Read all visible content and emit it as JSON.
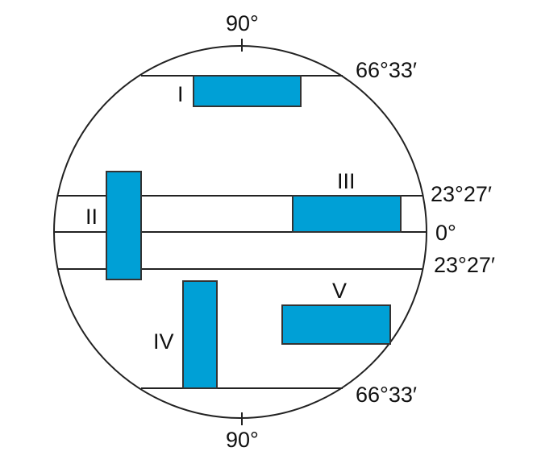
{
  "fill_color": "#00a0d6",
  "labels": {
    "top_pole": "90°",
    "bottom_pole": "90°",
    "arctic_circle": "66°33′",
    "antarctic_circle": "66°33′",
    "tropic_north": "23°27′",
    "equator": "0°",
    "tropic_south": "23°27′"
  },
  "regions": [
    {
      "id": "I",
      "label": "I"
    },
    {
      "id": "II",
      "label": "II"
    },
    {
      "id": "III",
      "label": "III"
    },
    {
      "id": "IV",
      "label": "IV"
    },
    {
      "id": "V",
      "label": "V"
    }
  ]
}
